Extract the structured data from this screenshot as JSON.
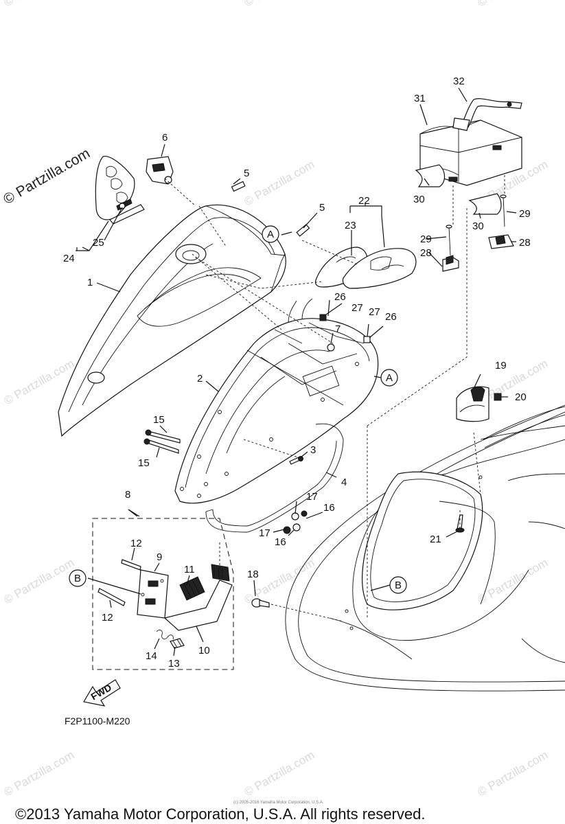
{
  "watermark": {
    "main": "© Partzilla.com",
    "repeat": "© Partzilla.com"
  },
  "callouts": {
    "p1": "1",
    "p2": "2",
    "p3": "3",
    "p4": "4",
    "p5a": "5",
    "p5b": "5",
    "p6": "6",
    "p7": "7",
    "p8": "8",
    "p9": "9",
    "p10": "10",
    "p11": "11",
    "p12a": "12",
    "p12b": "12",
    "p13": "13",
    "p14": "14",
    "p15a": "15",
    "p15b": "15",
    "p16a": "16",
    "p16b": "16",
    "p17a": "17",
    "p17b": "17",
    "p18": "18",
    "p19": "19",
    "p20": "20",
    "p21": "21",
    "p22": "22",
    "p23": "23",
    "p24": "24",
    "p25": "25",
    "p26a": "26",
    "p26b": "26",
    "p27a": "27",
    "p27b": "27",
    "p28a": "28",
    "p28b": "28",
    "p29a": "29",
    "p29b": "29",
    "p30a": "30",
    "p30b": "30",
    "p31": "31",
    "p32": "32"
  },
  "refs": {
    "A": "A",
    "B": "B"
  },
  "fwd_label": "FWD",
  "diagram_code": "F2P1100-M220",
  "small_print": "(c) 2005-2016 Yamaha Motor Corporation, U.S.A.",
  "copyright": "©2013 Yamaha Motor Corporation, U.S.A. All rights reserved."
}
